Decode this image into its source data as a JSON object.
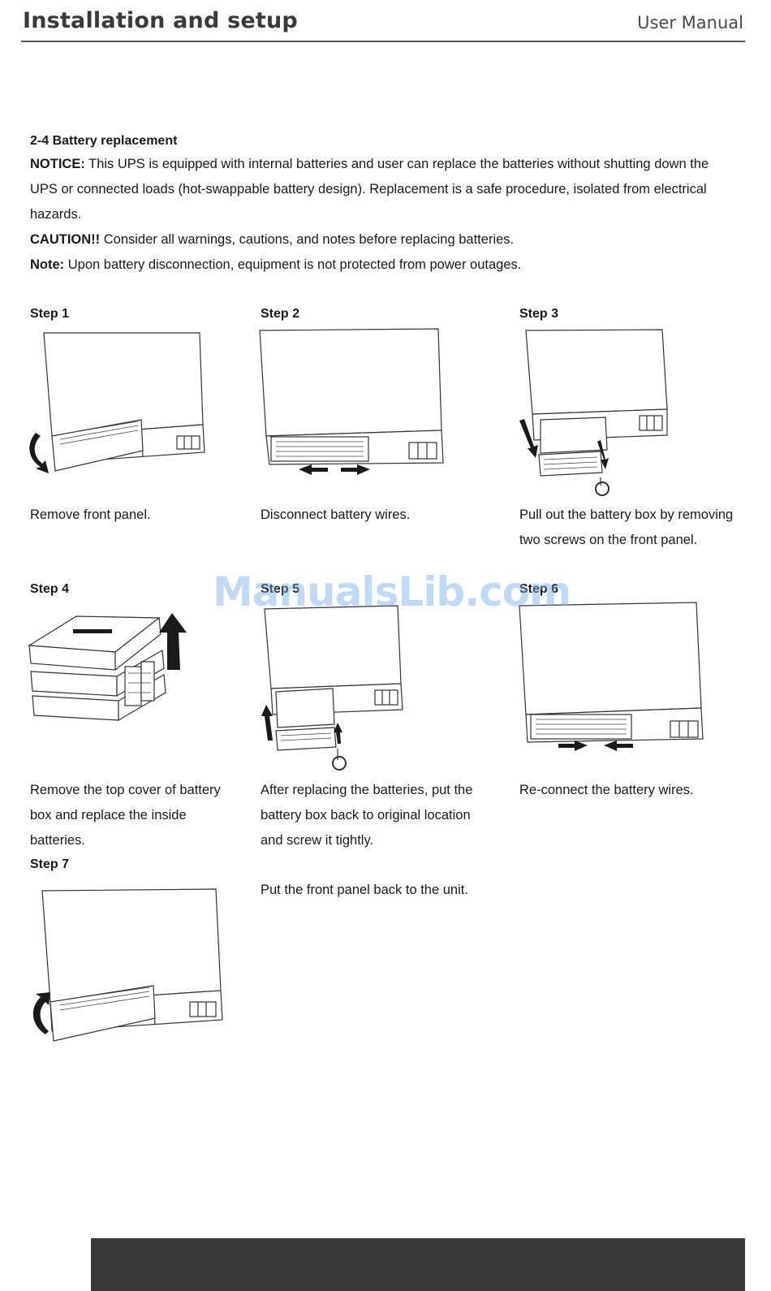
{
  "header": {
    "title": "Installation and setup",
    "manual": "User Manual"
  },
  "section": {
    "title": "2-4 Battery replacement",
    "notice": {
      "label": "NOTICE:",
      "text": " This UPS is equipped with internal batteries and user can replace the batteries without shutting down the UPS or connected loads (hot-swappable battery design). Replacement is a safe procedure, isolated from electrical hazards."
    },
    "caution": {
      "label": "CAUTION!!",
      "text": " Consider all warnings, cautions, and notes before replacing batteries."
    },
    "note": {
      "label": "Note:",
      "text": " Upon battery disconnection, equipment is not protected from power outages."
    }
  },
  "steps": [
    {
      "label": "Step 1",
      "caption": "Remove front panel."
    },
    {
      "label": "Step 2",
      "caption": "Disconnect battery wires."
    },
    {
      "label": "Step 3",
      "caption": "Pull out the battery box by removing two screws on the front panel."
    },
    {
      "label": "Step 4",
      "caption": "Remove the top cover of battery box and replace the inside batteries."
    },
    {
      "label": "Step 5",
      "caption": "After replacing the batteries, put the battery box back to original location and screw it tightly."
    },
    {
      "label": "Step 6",
      "caption": "Re-connect the battery wires."
    },
    {
      "label": "Step 7",
      "caption": "Put the front panel back to the unit."
    }
  ],
  "watermark": "ManualsLib.com"
}
